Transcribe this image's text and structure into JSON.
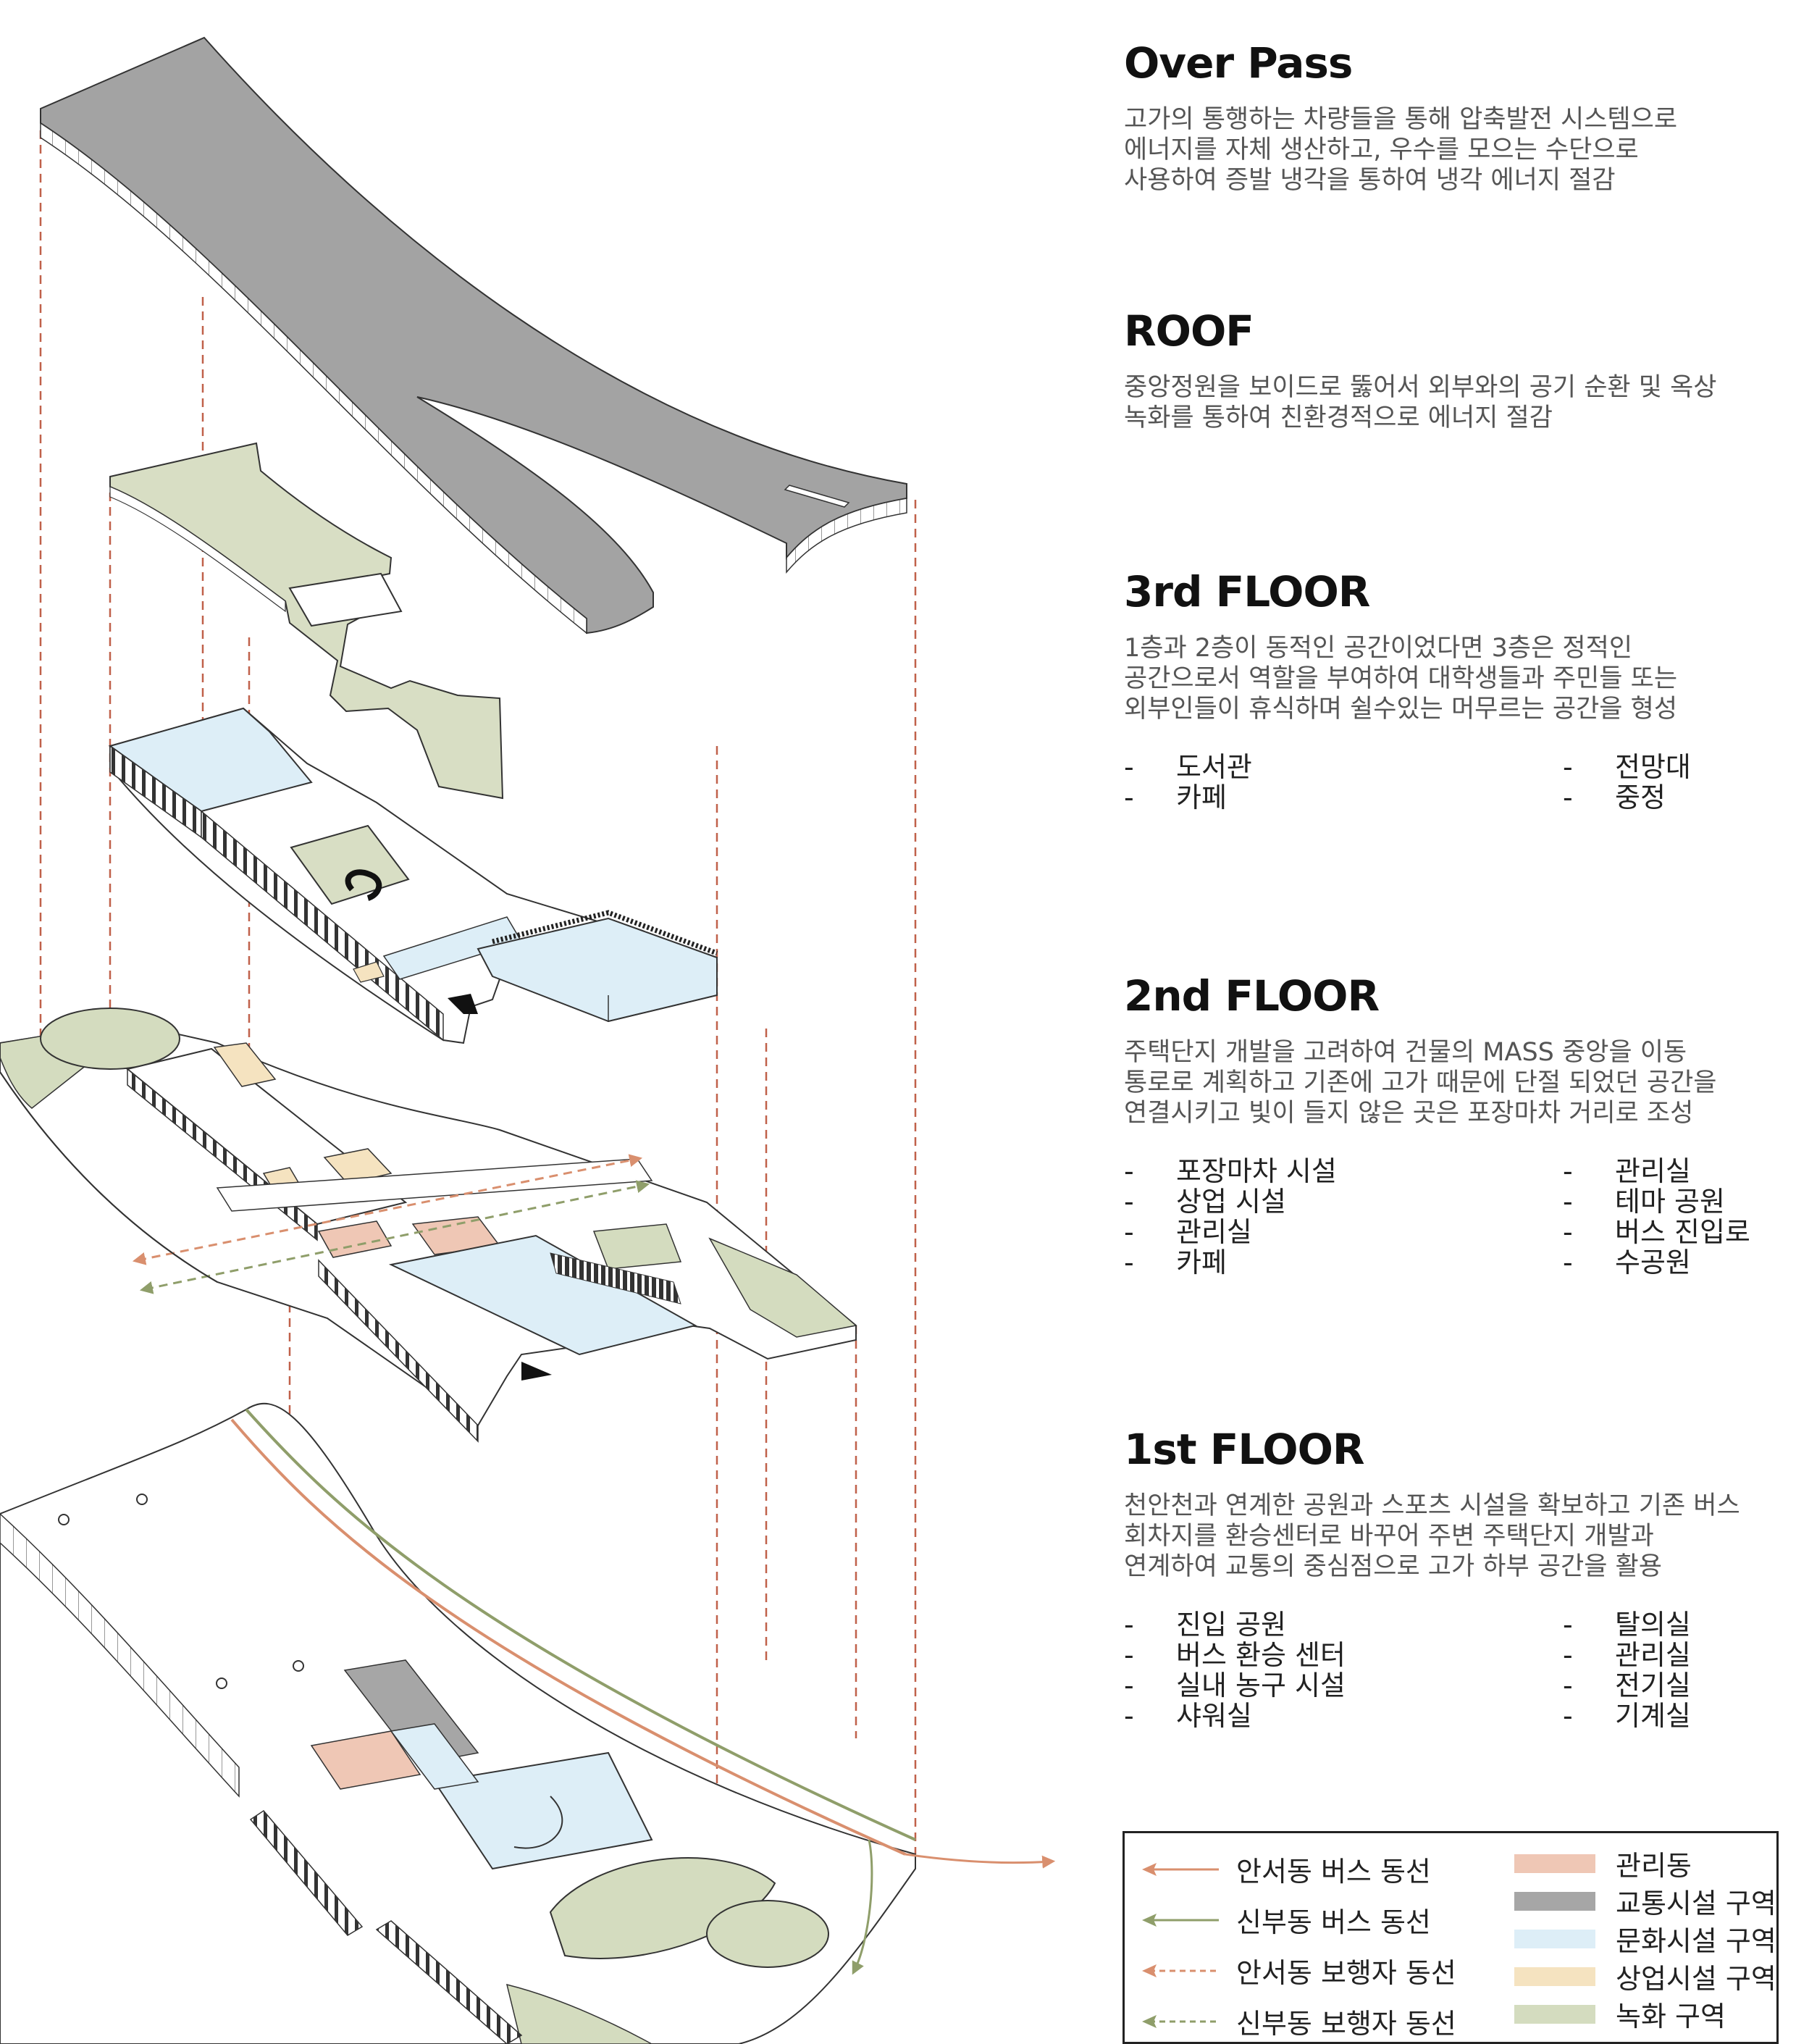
{
  "sections": [
    {
      "title": "Over Pass",
      "desc": [
        "고가의 통행하는 차량들을 통해 압축발전 시스템으로",
        "에너지를 자체 생산하고, 우수를 모으는 수단으로",
        "사용하여 증발 냉각을 통하여 냉각 에너지 절감"
      ],
      "items_left": [],
      "items_right": []
    },
    {
      "title": "ROOF",
      "desc": [
        "중앙정원을 보이드로 뚫어서 외부와의 공기 순환 및 옥상",
        "녹화를 통하여 친환경적으로 에너지 절감"
      ],
      "items_left": [],
      "items_right": []
    },
    {
      "title": "3rd FLOOR",
      "desc": [
        "1층과 2층이 동적인 공간이었다면 3층은 정적인",
        "공간으로서 역할을 부여하여 대학생들과 주민들 또는",
        "외부인들이 휴식하며 쉴수있는 머무르는 공간을 형성"
      ],
      "items_left": [
        "도서관",
        "카페"
      ],
      "items_right": [
        "전망대",
        "중정"
      ]
    },
    {
      "title": "2nd FLOOR",
      "desc": [
        "주택단지 개발을 고려하여 건물의 MASS 중앙을 이동",
        "통로로 계획하고 기존에 고가 때문에 단절 되었던 공간을",
        "연결시키고 빛이 들지 않은 곳은 포장마차 거리로 조성"
      ],
      "items_left": [
        "포장마차 시설",
        "상업 시설",
        "관리실",
        "카페"
      ],
      "items_right": [
        "관리실",
        "테마 공원",
        "버스 진입로",
        "수공원"
      ]
    },
    {
      "title": "1st FLOOR",
      "desc": [
        "천안천과 연계한 공원과 스포츠 시설을 확보하고 기존 버스",
        "회차지를 환승센터로 바꾸어 주변 주택단지 개발과",
        "연계하여 교통의 중심점으로 고가 하부 공간을 활용"
      ],
      "items_left": [
        "진입 공원",
        "버스 환승 센터",
        "실내 농구 시설",
        "샤워실"
      ],
      "items_right": [
        "탈의실",
        "관리실",
        "전기실",
        "기계실"
      ]
    }
  ],
  "item_dash": "-",
  "legend": {
    "lines": [
      {
        "label": "안서동 버스 동선",
        "color": "#d98f6e",
        "style": "solid"
      },
      {
        "label": "신부동 버스 동선",
        "color": "#8f9e6a",
        "style": "solid"
      },
      {
        "label": "안서동 보행자 동선",
        "color": "#d98f6e",
        "style": "dashed"
      },
      {
        "label": "신부동 보행자 동선",
        "color": "#8f9e6a",
        "style": "dashed"
      }
    ],
    "zones": [
      {
        "label": "관리동",
        "color": "#efc7b5"
      },
      {
        "label": "교통시설 구역",
        "color": "#a6a6a6"
      },
      {
        "label": "문화시설 구역",
        "color": "#ddeef7"
      },
      {
        "label": "상업시설 구역",
        "color": "#f5e3c0"
      },
      {
        "label": "녹화 구역",
        "color": "#d4dcbf"
      }
    ]
  },
  "colors": {
    "overpass": "#a3a3a3",
    "roof_green": "#d8dec4",
    "culture_blue": "#ddeef7",
    "commercial": "#f5e3c0",
    "admin": "#efc7b5",
    "guide_line": "#c0614a"
  }
}
